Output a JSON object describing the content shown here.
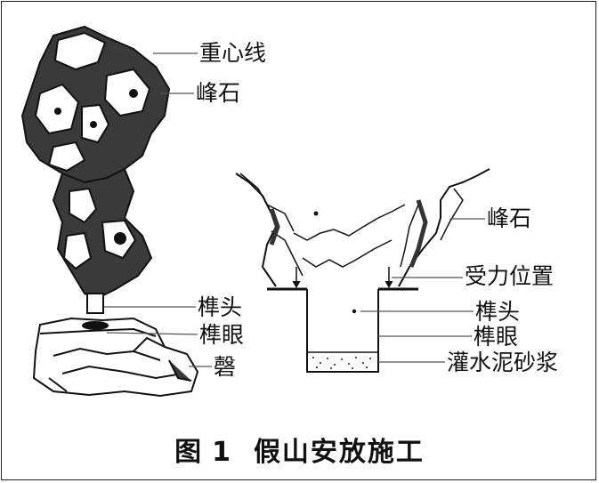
{
  "left_labels": {
    "center_line": "重心线",
    "peak_stone": "峰石",
    "tenon": "榫头",
    "mortise": "榫眼",
    "base": "磬"
  },
  "right_labels": {
    "peak_stone": "峰石",
    "force_position": "受力位置",
    "tenon": "榫头",
    "mortise": "榫眼",
    "mortar": "灌水泥砂浆"
  },
  "caption": {
    "figure": "图",
    "number": "1",
    "title": "假山安放施工"
  }
}
